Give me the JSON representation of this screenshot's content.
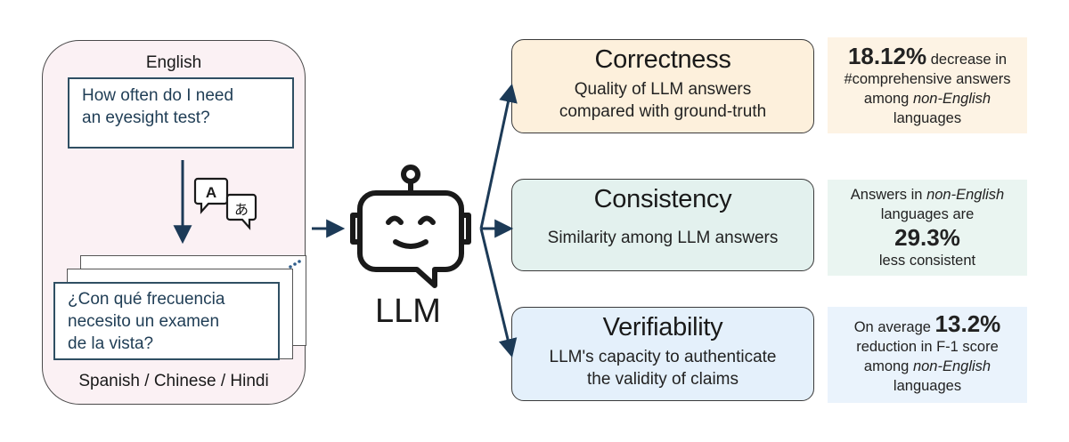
{
  "input": {
    "source_label": "English",
    "english_question": [
      "How often do I need",
      "an eyesight test?"
    ],
    "translated_question": [
      "¿Con qué frecuencia",
      "necesito un examen",
      "de la vista?"
    ],
    "target_label": "Spanish / Chinese / Hindi",
    "translate_glyphs": [
      "A",
      "あ"
    ]
  },
  "model": {
    "label": "LLM"
  },
  "metrics": [
    {
      "title": "Correctness",
      "desc": [
        "Quality of LLM answers",
        "compared with ground-truth"
      ],
      "color": "#fdf0dc"
    },
    {
      "title": "Consistency",
      "desc": [
        "Similarity among LLM answers"
      ],
      "color": "#e3f1ee"
    },
    {
      "title": "Verifiability",
      "desc": [
        "LLM's capacity to authenticate",
        "the validity of claims"
      ],
      "color": "#e4f0fb"
    }
  ],
  "stats": {
    "correctness": {
      "big": "18.12%",
      "line1_rest": "decrease in",
      "line2": "#comprehensive answers",
      "line3_pre": "among",
      "line3_em": "non-English",
      "line4": "languages",
      "bg": "#fdf3e4"
    },
    "consistency": {
      "line1_pre": "Answers in",
      "line1_em": "non-English",
      "line2": "languages are",
      "big": "29.3%",
      "line4": "less consistent",
      "bg": "#eaf5f1"
    },
    "verifiability": {
      "line1_pre": "On average",
      "big": "13.2%",
      "line2": "reduction in F-1 score",
      "line3_pre": "among",
      "line3_em": "non-English",
      "line4": "languages",
      "bg": "#eaf3fc"
    }
  }
}
